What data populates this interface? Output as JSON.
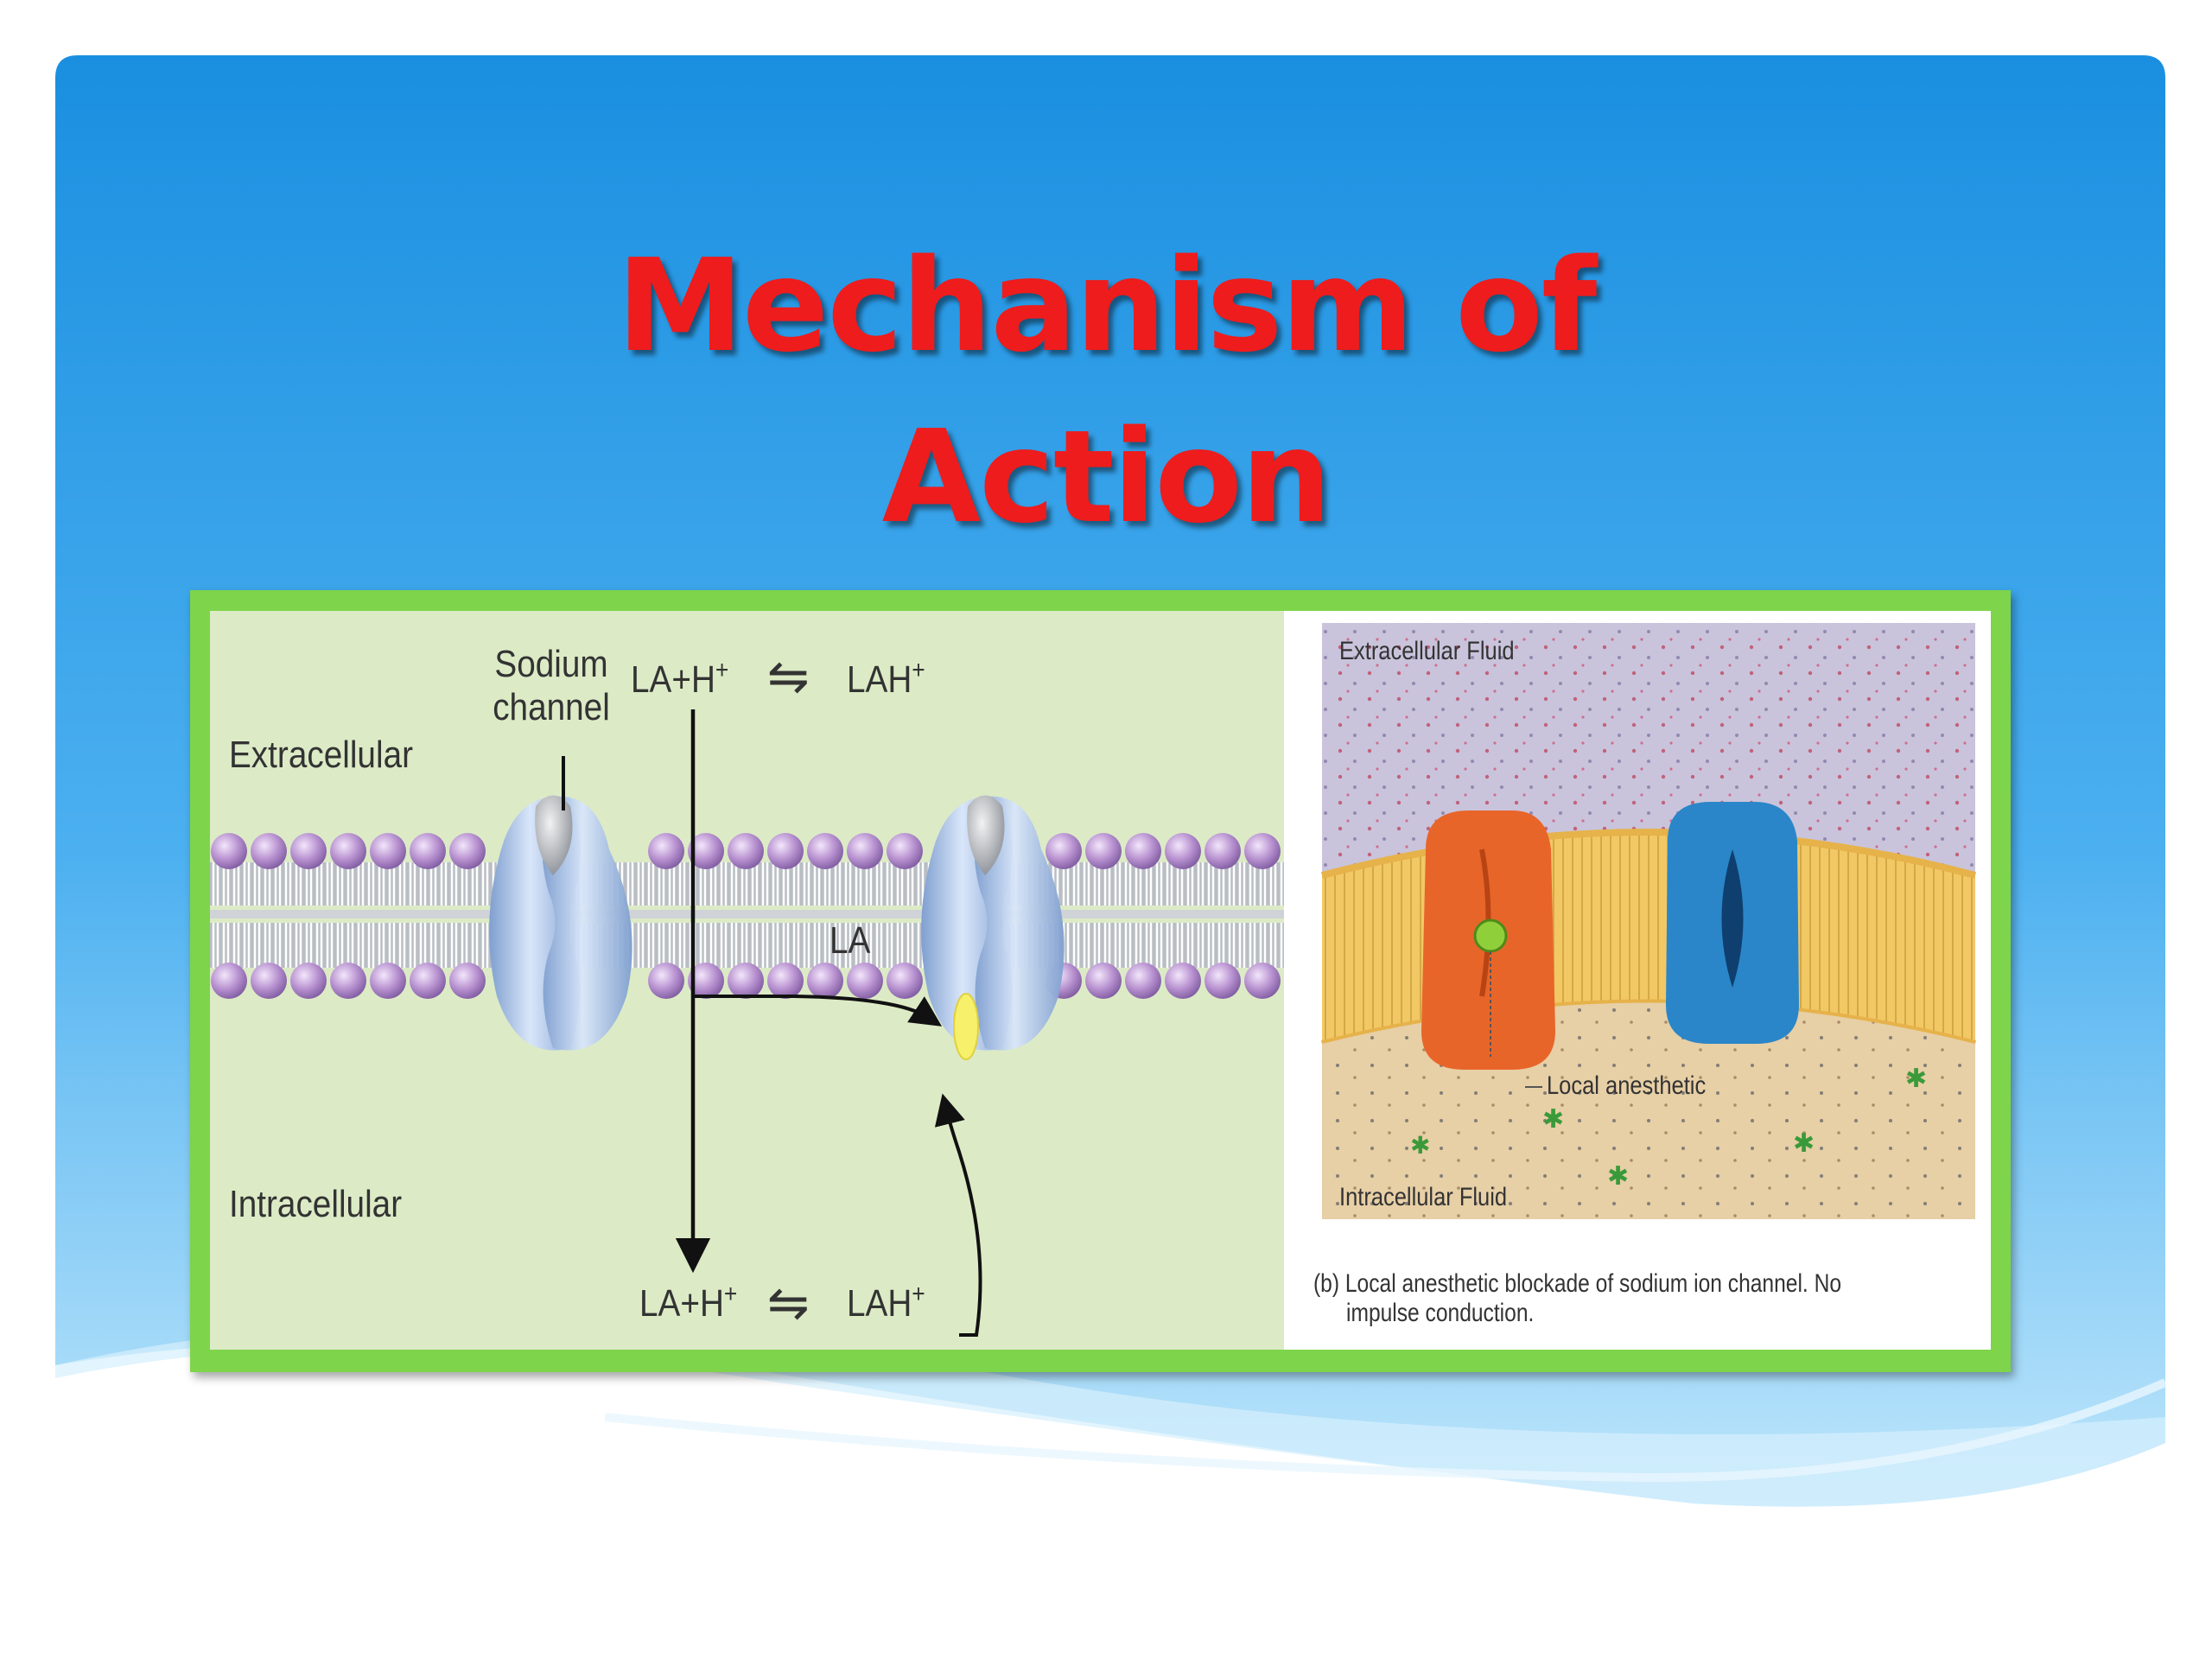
{
  "slide": {
    "title_line1": "Mechanism of",
    "title_line2": "Action"
  },
  "left_diagram": {
    "sodium_channel_line1": "Sodium",
    "sodium_channel_line2": "channel",
    "extracellular": "Extracellular",
    "intracellular": "Intracellular",
    "top_equation_left": "LA+H",
    "top_equation_right": "LAH",
    "bottom_equation_left": "LA+H",
    "bottom_equation_right": "LAH",
    "superscript": "+",
    "equilibrium": "⇋",
    "membrane_la": "LA"
  },
  "right_diagram": {
    "extracellular_fluid": "Extracellular Fluid",
    "local_anesthetic": "Local anesthetic",
    "intracellular_fluid": "Intracellular Fluid",
    "caption_line1": "(b) Local anesthetic blockade of sodium ion channel. No",
    "caption_line2": "impulse conduction."
  },
  "colors": {
    "title": "#ee1c1c",
    "slide_blue": "#1a8fe0",
    "frame_green": "#7ed44a",
    "panel_green": "#dcebc6",
    "lipid_head": "#a67ec0",
    "channel_blue": "#a9c4ea",
    "blocked_channel": "#e8652a",
    "open_channel": "#2a86c8"
  }
}
